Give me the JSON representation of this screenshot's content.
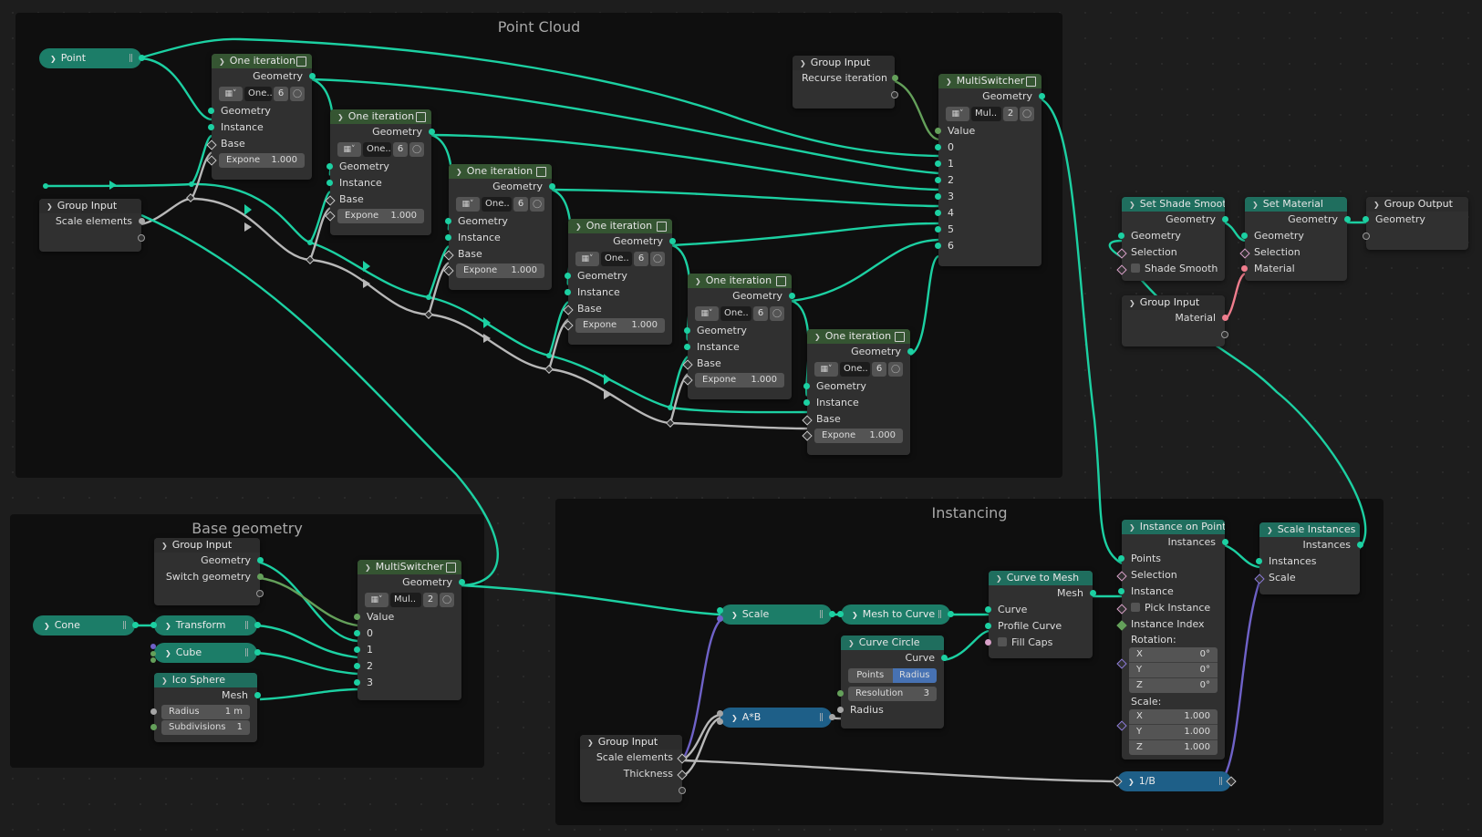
{
  "frames": {
    "point_cloud": "Point Cloud",
    "base_geometry": "Base geometry",
    "instancing": "Instancing"
  },
  "common": {
    "geometry": "Geometry",
    "instance": "Instance",
    "base": "Base",
    "expone": "Expone",
    "expone_value": "1.000",
    "one_trunc": "One..",
    "six": "6",
    "group_input": "Group Input",
    "one_iteration": "One iteration",
    "multiswitcher": "MultiSwitcher",
    "mul_trunc": "Mul..",
    "two": "2",
    "value": "Value"
  },
  "pills": {
    "point": "Point",
    "cone": "Cone",
    "transform": "Transform",
    "cube": "Cube",
    "scale": "Scale",
    "mesh_to_curve": "Mesh to Curve",
    "a_times_b": "A*B",
    "one_over_b": "1/B"
  },
  "group_input_scale": {
    "label": "Scale elements"
  },
  "group_input_recurse": {
    "label": "Recurse iteration"
  },
  "multiswitcher_top": {
    "output": "Geometry",
    "inputs": [
      "0",
      "1",
      "2",
      "3",
      "4",
      "5",
      "6"
    ]
  },
  "set_shade_smooth": {
    "title": "Set Shade Smooth",
    "geometry": "Geometry",
    "selection": "Selection",
    "shade_smooth": "Shade Smooth"
  },
  "set_material": {
    "title": "Set Material",
    "geometry": "Geometry",
    "selection": "Selection",
    "material": "Material"
  },
  "group_output": {
    "title": "Group Output",
    "geometry": "Geometry"
  },
  "group_input_material": {
    "label": "Material"
  },
  "base_group_input": {
    "geometry": "Geometry",
    "switch_geometry": "Switch geometry"
  },
  "ico_sphere": {
    "title": "Ico Sphere",
    "mesh": "Mesh",
    "radius_label": "Radius",
    "radius_value": "1 m",
    "subdiv_label": "Subdivisions",
    "subdiv_value": "1"
  },
  "multiswitcher_base": {
    "output": "Geometry",
    "inputs": [
      "0",
      "1",
      "2",
      "3"
    ]
  },
  "curve_circle": {
    "title": "Curve Circle",
    "output": "Curve",
    "tab_points": "Points",
    "tab_radius": "Radius",
    "resolution_label": "Resolution",
    "resolution_value": "3",
    "radius": "Radius"
  },
  "curve_to_mesh": {
    "title": "Curve to Mesh",
    "mesh": "Mesh",
    "curve": "Curve",
    "profile": "Profile Curve",
    "fill_caps": "Fill Caps"
  },
  "instance_on_points": {
    "title": "Instance on Points",
    "instances": "Instances",
    "points": "Points",
    "selection": "Selection",
    "instance": "Instance",
    "pick_instance": "Pick Instance",
    "instance_index": "Instance Index",
    "rotation_label": "Rotation:",
    "rotation": [
      [
        "X",
        "0°"
      ],
      [
        "Y",
        "0°"
      ],
      [
        "Z",
        "0°"
      ]
    ],
    "scale_label": "Scale:",
    "scale": [
      [
        "X",
        "1.000"
      ],
      [
        "Y",
        "1.000"
      ],
      [
        "Z",
        "1.000"
      ]
    ]
  },
  "scale_instances": {
    "title": "Scale Instances",
    "instances_out": "Instances",
    "instances_in": "Instances",
    "scale": "Scale"
  },
  "group_input_inst": {
    "scale_elements": "Scale elements",
    "thickness": "Thickness"
  },
  "colors": {
    "geometry_socket": "#1cd0a2",
    "geometry_header": "#355532",
    "teal_header": "#1f6e5e",
    "math_pill": "#1e5f88",
    "material_socket": "#ef7d8d",
    "vector_socket": "#6f62c8"
  }
}
